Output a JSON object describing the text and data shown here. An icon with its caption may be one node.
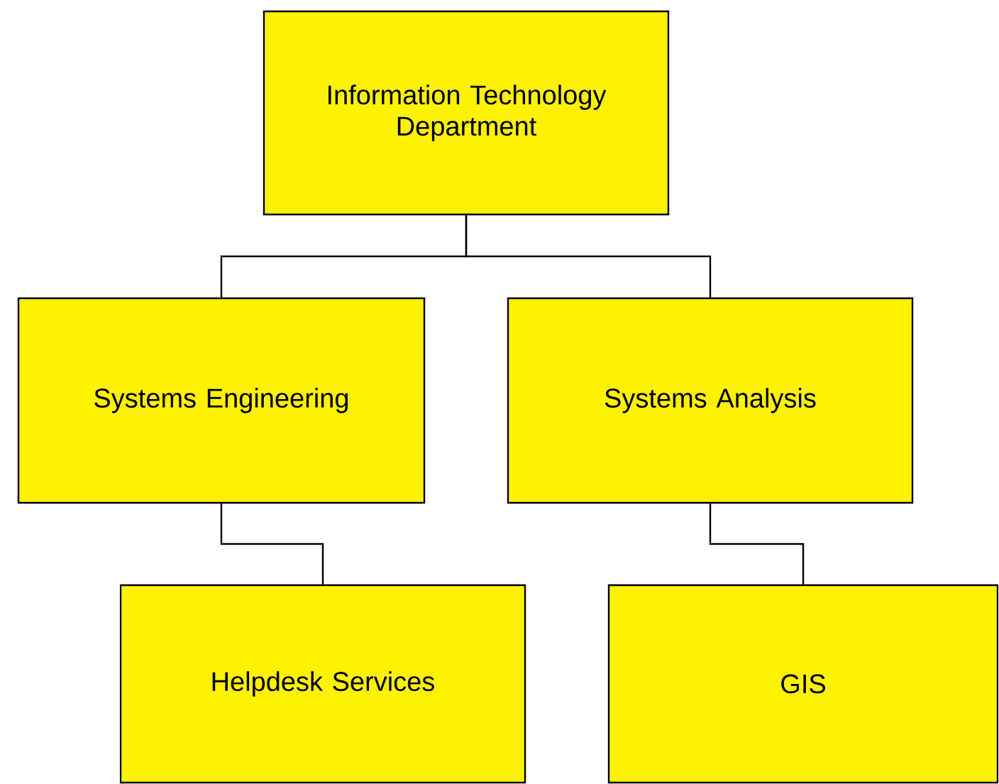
{
  "diagram": {
    "nodes": [
      {
        "text": [
          "Information Technology Department"
        ]
      },
      {
        "text": [
          "Systems Engineering"
        ]
      },
      {
        "text": [
          "Systems Analysis"
        ]
      },
      {
        "text": [
          "Helpdesk Services"
        ]
      },
      {
        "text": [
          "GIS"
        ]
      }
    ],
    "edges": [
      {
        "from": 0,
        "to": 1,
        "arrow": "none"
      },
      {
        "from": 0,
        "to": 2,
        "arrow": "none"
      },
      {
        "from": 1,
        "to": 3,
        "arrow": "none"
      },
      {
        "from": 2,
        "to": 4,
        "arrow": "none"
      }
    ]
  }
}
